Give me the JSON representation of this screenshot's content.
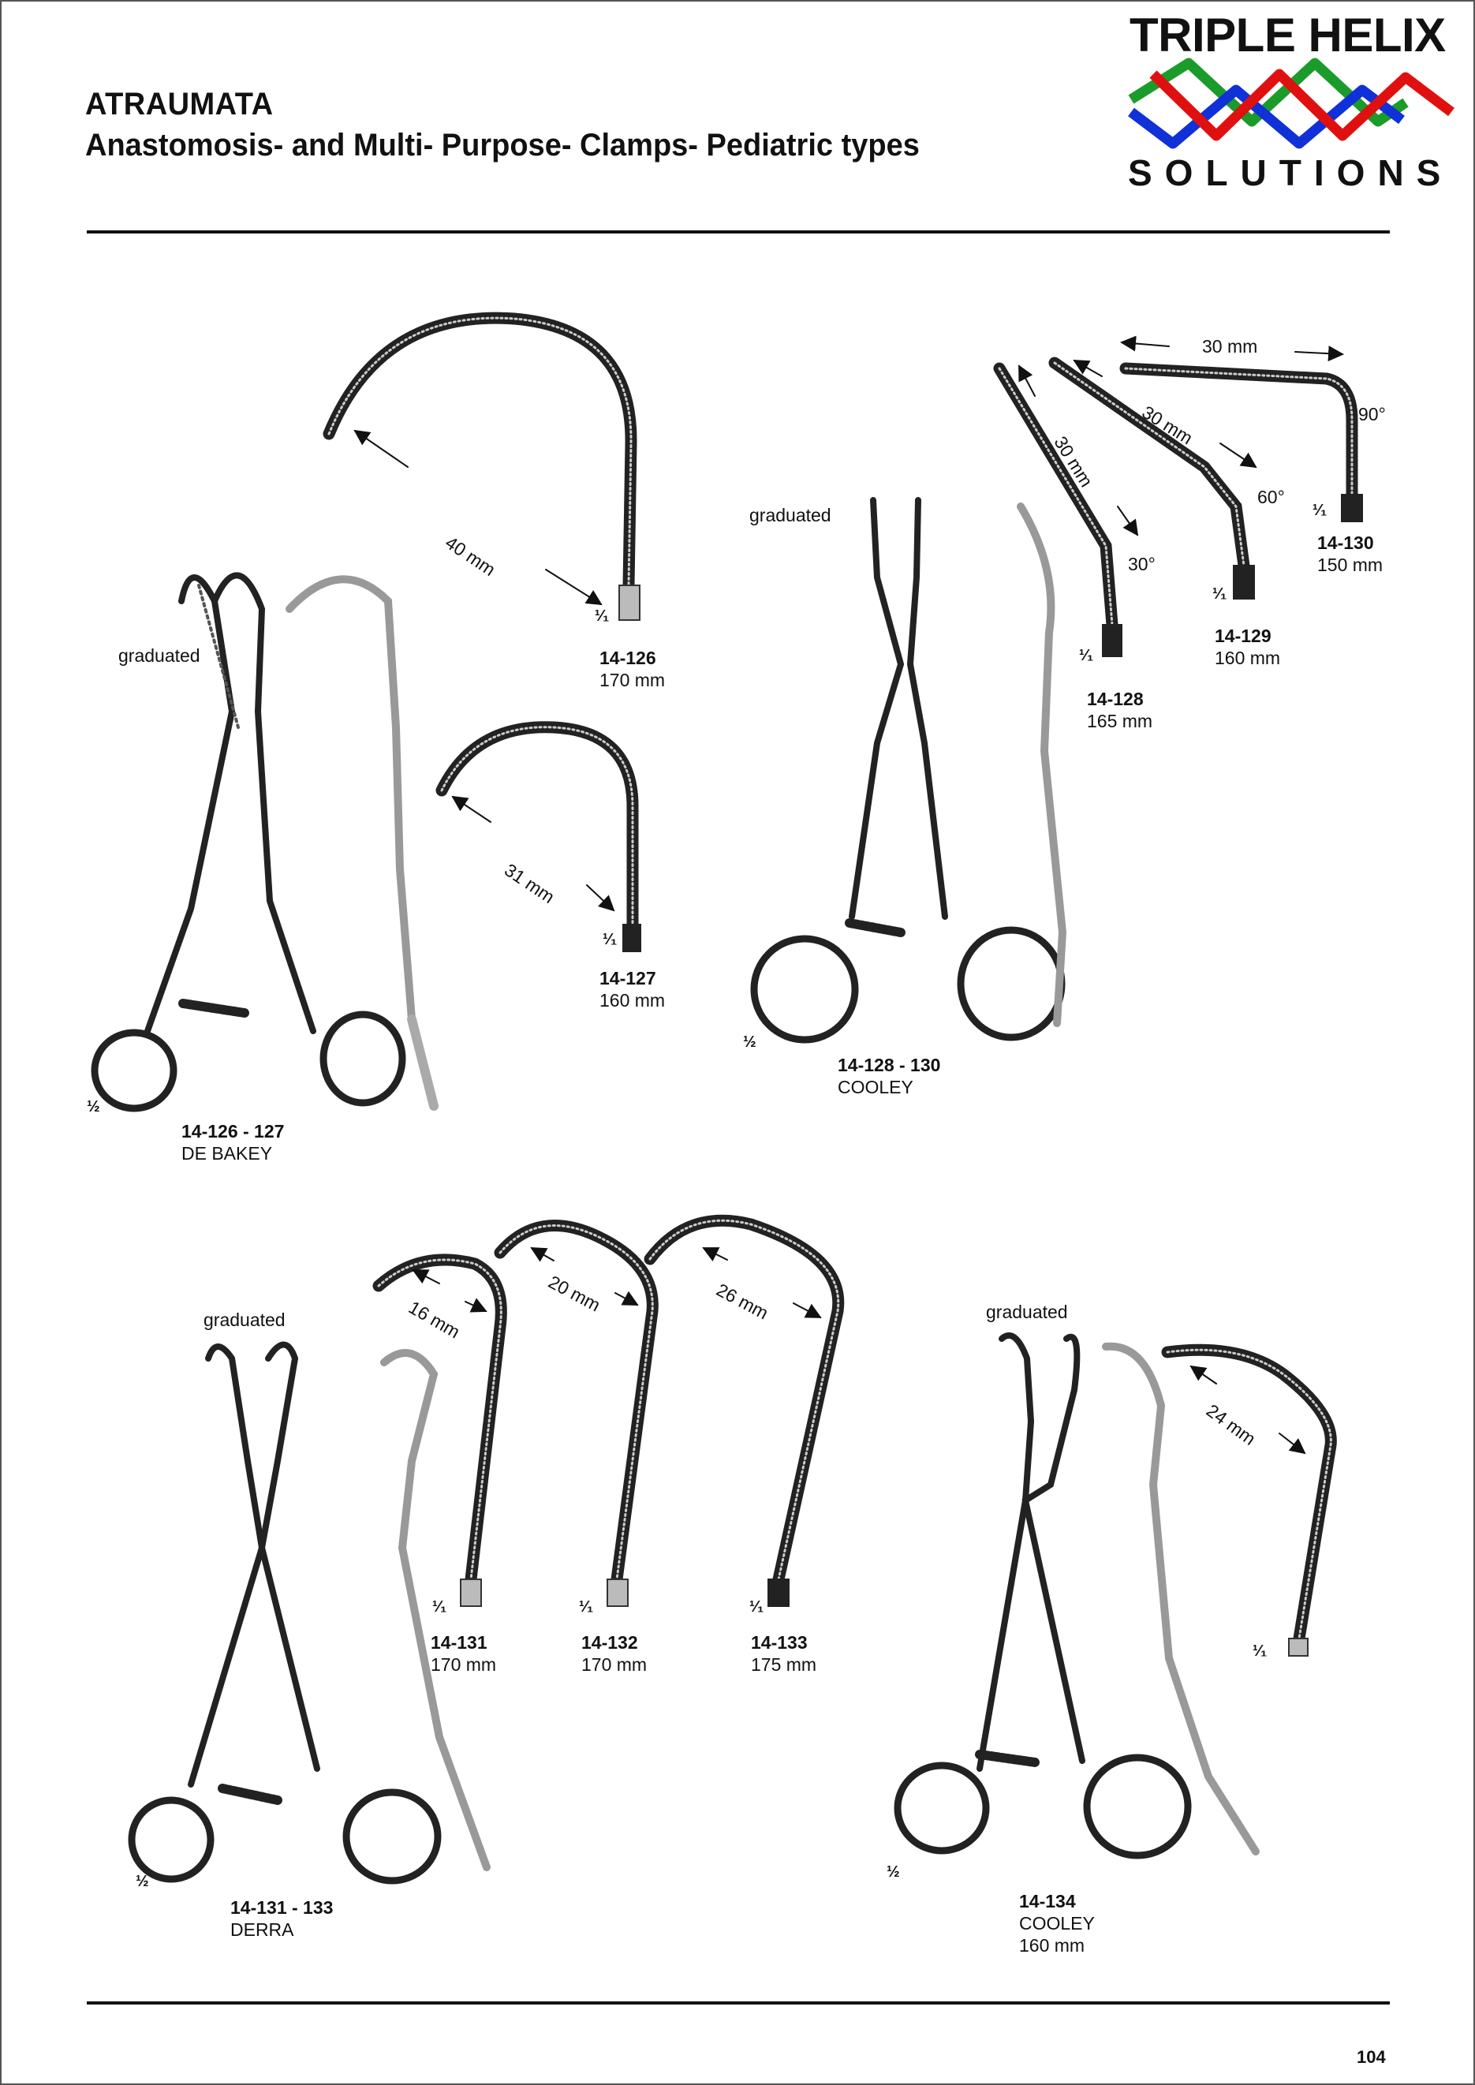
{
  "header": {
    "title": "ATRAUMATA",
    "subtitle": "Anastomosis- and Multi- Purpose- Clamps- Pediatric types"
  },
  "logo": {
    "top_text": "TRIPLE HELIX",
    "bottom_text": "SOLUTIONS",
    "colors": {
      "green": "#1a9b2a",
      "red": "#e01010",
      "blue": "#1030d8"
    }
  },
  "groups": {
    "debakey": {
      "note": "graduated",
      "scale": "½",
      "range_code": "14-126 - 127",
      "name": "DE BAKEY",
      "items": [
        {
          "code": "14-126",
          "length": "170 mm",
          "jaw": "40 mm",
          "scale": "¹⁄₁"
        },
        {
          "code": "14-127",
          "length": "160 mm",
          "jaw": "31 mm",
          "scale": "¹⁄₁"
        }
      ]
    },
    "cooley_a": {
      "note": "graduated",
      "scale": "½",
      "range_code": "14-128 - 130",
      "name": "COOLEY",
      "items": [
        {
          "code": "14-128",
          "length": "165 mm",
          "jaw": "30 mm",
          "angle": "30°",
          "scale": "¹⁄₁"
        },
        {
          "code": "14-129",
          "length": "160 mm",
          "jaw": "30 mm",
          "angle": "60°",
          "scale": "¹⁄₁"
        },
        {
          "code": "14-130",
          "length": "150 mm",
          "jaw": "30 mm",
          "angle": "90°",
          "scale": "¹⁄₁"
        }
      ]
    },
    "derra": {
      "note": "graduated",
      "scale": "½",
      "range_code": "14-131 - 133",
      "name": "DERRA",
      "items": [
        {
          "code": "14-131",
          "length": "170 mm",
          "jaw": "16 mm",
          "scale": "¹⁄₁"
        },
        {
          "code": "14-132",
          "length": "170 mm",
          "jaw": "20 mm",
          "scale": "¹⁄₁"
        },
        {
          "code": "14-133",
          "length": "175 mm",
          "jaw": "26 mm",
          "scale": "¹⁄₁"
        }
      ]
    },
    "cooley_b": {
      "note": "graduated",
      "scale": "½",
      "code": "14-134",
      "name": "COOLEY",
      "length": "160 mm",
      "jaw": "24 mm",
      "jaw_scale": "¹⁄₁"
    }
  },
  "footer": {
    "page_number": "104"
  }
}
